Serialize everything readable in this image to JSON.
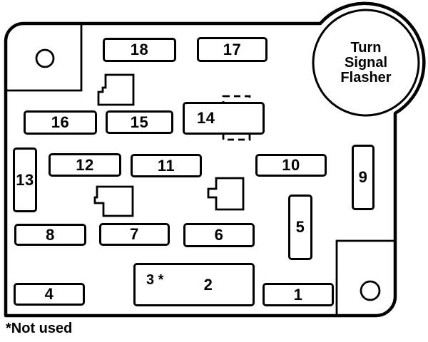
{
  "diagram_type": "fuse-box-diagram",
  "colors": {
    "line": "#000000",
    "background": "#ffffff"
  },
  "flasher": {
    "label": "Turn\nSignal\nFlasher"
  },
  "footnote": "*Not used",
  "fuses": [
    {
      "label": "1"
    },
    {
      "label": "2"
    },
    {
      "label": "3 *"
    },
    {
      "label": "4"
    },
    {
      "label": "5"
    },
    {
      "label": "6"
    },
    {
      "label": "7"
    },
    {
      "label": "8"
    },
    {
      "label": "9"
    },
    {
      "label": "10"
    },
    {
      "label": "11"
    },
    {
      "label": "12"
    },
    {
      "label": "13"
    },
    {
      "label": "14"
    },
    {
      "label": "15"
    },
    {
      "label": "16"
    },
    {
      "label": "17"
    },
    {
      "label": "18"
    }
  ]
}
